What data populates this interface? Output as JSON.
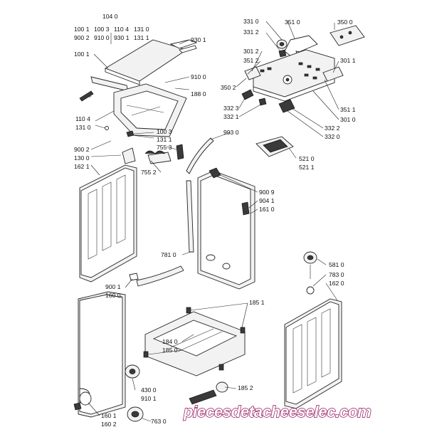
{
  "labels": {
    "l1040": "104 0",
    "l1001a": "100 1",
    "l1003": "100 3",
    "l1104a": "110 4",
    "l1310a": "131 0",
    "l9002a": "900 2",
    "l9100a": "910 0",
    "l9301a": "930 1",
    "l1311a": "131 1",
    "l9301b": "930 1",
    "l1001b": "100 1",
    "l9100b": "910 0",
    "l1880": "188 0",
    "l1104b": "110 4",
    "l1310b": "131 0",
    "l1003b": "100 3",
    "l1311b": "131 1",
    "l7553": "755 3",
    "l9002b": "900 2",
    "l1300": "130 0",
    "l1621": "162 1",
    "l7552": "755 2",
    "l3310": "331 0",
    "l3312": "331 2",
    "l3510": "351 0",
    "l3500": "350 0",
    "l3012": "301 2",
    "l3512": "351 2",
    "l3011": "301 1",
    "l3502": "350 2",
    "l3323": "332 3",
    "l3321": "332 1",
    "l3511": "351 1",
    "l3010": "301 0",
    "l3322": "332 2",
    "l3320": "332 0",
    "l9930": "993 0",
    "l5210": "521 0",
    "l5211": "521 1",
    "l9009": "900 9",
    "l9041": "904 1",
    "l1610": "161 0",
    "l7810": "781 0",
    "l9001": "900 1",
    "l1600": "160 0",
    "l5810": "581 0",
    "l7830": "783 0",
    "l1620": "162 0",
    "l1851": "185 1",
    "l1840": "184 0",
    "l1850": "185 0",
    "l4300": "430 0",
    "l9101": "910 1",
    "l1852": "185 2",
    "l1601": "160 1",
    "l1602": "160 2",
    "l7630": "763 0"
  },
  "watermark": "piecesdetacheeselec.com"
}
